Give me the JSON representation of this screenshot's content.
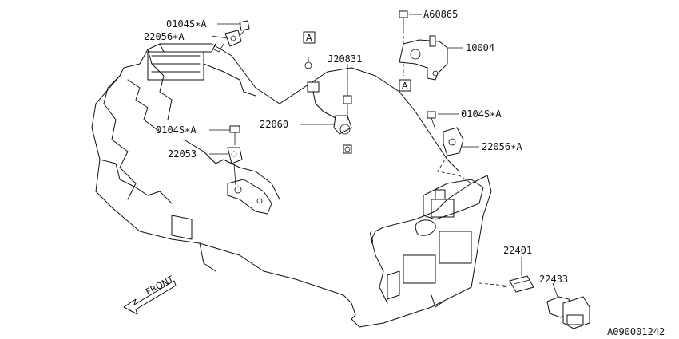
{
  "labels": {
    "bolt_top_left": "0104S∗A",
    "sensor_top_left": "22056∗A",
    "bolt_top_right": "A60865",
    "bracket": "10004",
    "bolt_knock": "J20831",
    "knock_sensor": "22060",
    "bolt_mid_left": "0104S∗A",
    "crank_sensor": "22053",
    "bolt_mid_right": "0104S∗A",
    "sensor_mid_right": "22056∗A",
    "spark_plug": "22401",
    "ignition_coil": "22433"
  },
  "callouts": {
    "box_upper": "A",
    "box_lower": "A"
  },
  "front_label": "FRONT",
  "reference_code": "A090001242"
}
